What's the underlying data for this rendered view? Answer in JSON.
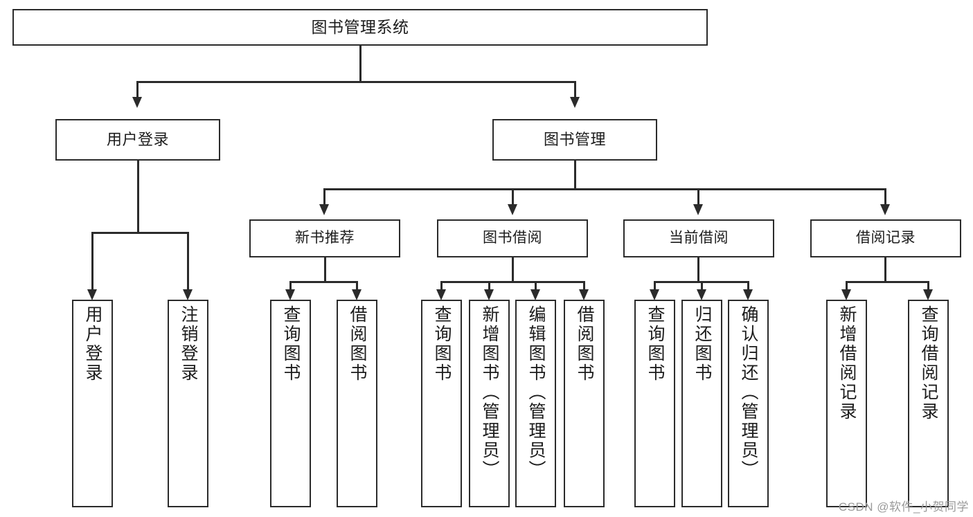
{
  "diagram": {
    "type": "tree-hierarchy",
    "title": "图书管理系统",
    "root": {
      "label": "图书管理系统"
    },
    "level1": [
      {
        "id": "user-login",
        "label": "用户登录"
      },
      {
        "id": "book-manage",
        "label": "图书管理"
      }
    ],
    "level2": [
      {
        "id": "new-book-recommend",
        "label": "新书推荐"
      },
      {
        "id": "book-borrow",
        "label": "图书借阅"
      },
      {
        "id": "current-borrow",
        "label": "当前借阅"
      },
      {
        "id": "borrow-record",
        "label": "借阅记录"
      }
    ],
    "leaves": {
      "user_login": [
        {
          "id": "leaf-user-login",
          "label": "用户登录"
        },
        {
          "id": "leaf-user-logout",
          "label": "注销登录"
        }
      ],
      "new_book_recommend": [
        {
          "id": "leaf-query-book-1",
          "label": "查询图书"
        },
        {
          "id": "leaf-borrow-book-1",
          "label": "借阅图书"
        }
      ],
      "book_borrow": [
        {
          "id": "leaf-query-book-2",
          "label": "查询图书"
        },
        {
          "id": "leaf-add-book",
          "label": "新增图书（管理员）"
        },
        {
          "id": "leaf-edit-book",
          "label": "编辑图书（管理员）"
        },
        {
          "id": "leaf-borrow-book-2",
          "label": "借阅图书"
        }
      ],
      "current_borrow": [
        {
          "id": "leaf-query-book-3",
          "label": "查询图书"
        },
        {
          "id": "leaf-return-book",
          "label": "归还图书"
        },
        {
          "id": "leaf-confirm-return",
          "label": "确认归还（管理员）"
        }
      ],
      "borrow_record": [
        {
          "id": "leaf-add-record",
          "label": "新增借阅记录"
        },
        {
          "id": "leaf-query-record",
          "label": "查询借阅记录"
        }
      ]
    },
    "watermark": "CSDN @软件_小贺同学",
    "colors": {
      "stroke": "#2b2b2b",
      "fill": "#ffffff",
      "text": "#1c1c1c",
      "watermark": "#9a9a9a"
    }
  }
}
